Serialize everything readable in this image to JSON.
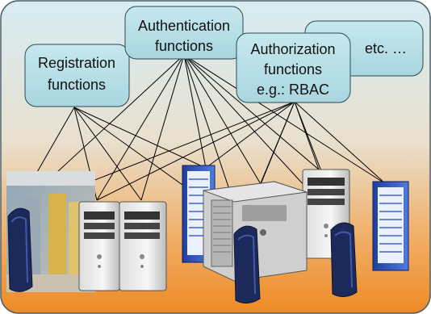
{
  "diagram": {
    "boxes": [
      {
        "id": "registration",
        "lines": [
          "Registration",
          "functions"
        ]
      },
      {
        "id": "authentication",
        "lines": [
          "Authentication",
          "functions"
        ]
      },
      {
        "id": "etc",
        "lines": [
          "etc. …"
        ]
      },
      {
        "id": "authorization",
        "lines": [
          "Authorization",
          "functions",
          "e.g.: RBAC"
        ]
      }
    ],
    "colors": {
      "background_top": "#c9e4ef",
      "background_bottom": "#ef9230",
      "box_fill": "#b6dfe6",
      "box_stroke": "#2a4a55",
      "connector": "#000000"
    },
    "devices": [
      {
        "name": "office-photo-icon"
      },
      {
        "name": "cable-modem-left-icon"
      },
      {
        "name": "desktop-tower-1-icon"
      },
      {
        "name": "desktop-tower-2-icon"
      },
      {
        "name": "rack-server-left-icon"
      },
      {
        "name": "mainframe-cabinet-icon"
      },
      {
        "name": "rack-server-right-icon"
      },
      {
        "name": "tower-server-right-icon"
      },
      {
        "name": "cable-modem-center-icon"
      },
      {
        "name": "cable-modem-right-icon"
      }
    ]
  }
}
